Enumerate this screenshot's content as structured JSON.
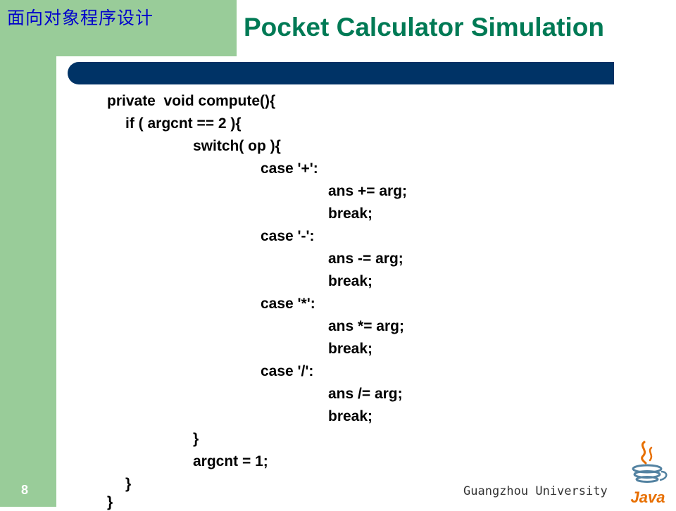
{
  "header": {
    "course_title": "面向对象程序设计",
    "slide_title": "Pocket Calculator Simulation"
  },
  "code": {
    "lines": [
      "private  void compute(){",
      "if ( argcnt == 2 ){",
      "switch( op ){",
      "case '+':",
      "ans += arg;",
      "break;",
      "case '-':",
      "ans -= arg;",
      "break;",
      "case '*':",
      "ans *= arg;",
      "break;",
      "case '/':",
      "ans /= arg;",
      "break;",
      "}",
      "argcnt = 1;",
      "}",
      "}"
    ]
  },
  "footer": {
    "page_number": "8",
    "university": "Guangzhou University",
    "logo_text": "Java"
  },
  "colors": {
    "sidebar": "#99cc99",
    "title": "#007a55",
    "bar": "#003366",
    "course_title": "#0000cc"
  }
}
